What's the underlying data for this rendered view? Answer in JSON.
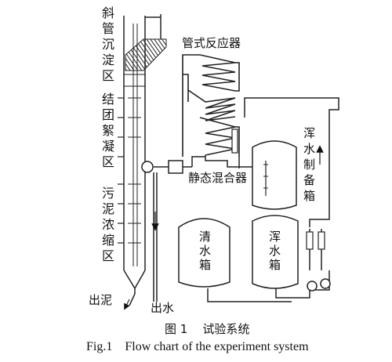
{
  "zones": {
    "sloped_tube": [
      "斜",
      "管",
      "沉",
      "淀",
      "区"
    ],
    "flocculation": [
      "结",
      "团",
      "絮",
      "凝",
      "区"
    ],
    "sludge": [
      "污",
      "泥",
      "浓",
      "缩",
      "区"
    ]
  },
  "labels": {
    "tube_reactor": "管式反应器",
    "static_mixer": "静态混合器",
    "clean_water_tank": [
      "清",
      "水",
      "箱"
    ],
    "turbid_water_tank": [
      "浑",
      "水",
      "箱"
    ],
    "turbid_water_prep_tank": [
      "浑",
      "水",
      "制",
      "备",
      "箱"
    ],
    "sludge_outlet": "出泥",
    "water_outlet": "出水"
  },
  "caption": {
    "cn": "图 1    试验系统",
    "en": "Fig.1    Flow chart of the experiment system"
  }
}
